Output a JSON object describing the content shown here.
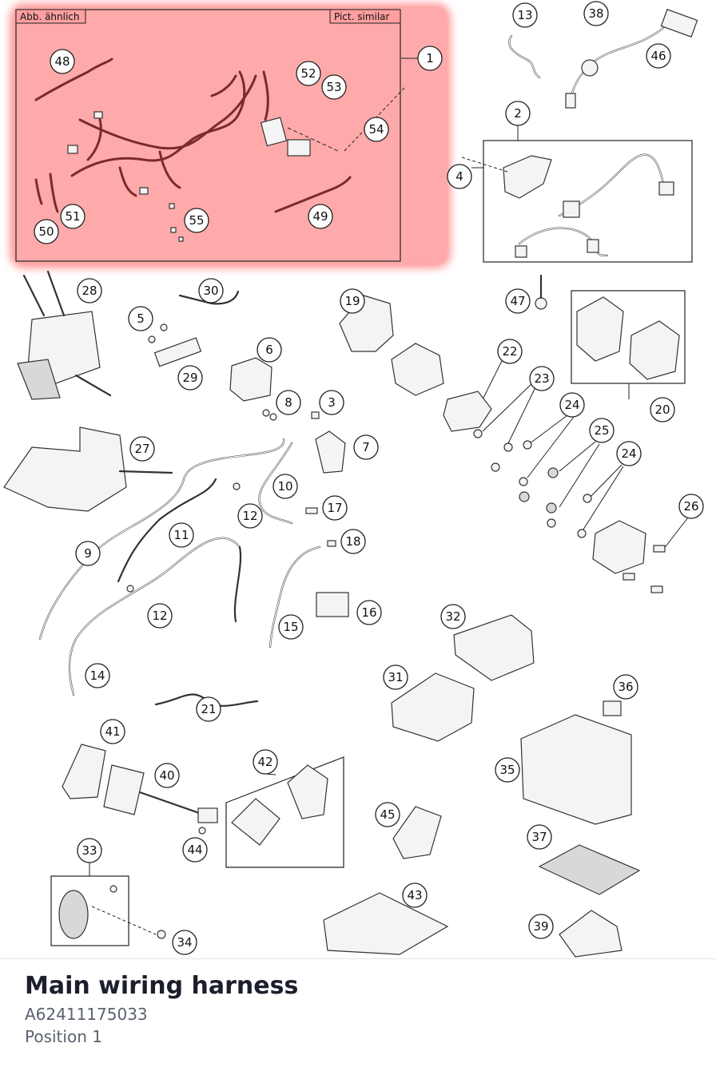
{
  "highlight": {
    "label_left": "Abb. ähnlich",
    "label_right": "Pict. similar",
    "color": "#ff9a9a"
  },
  "callouts": [
    "1",
    "2",
    "3",
    "4",
    "5",
    "6",
    "7",
    "8",
    "9",
    "10",
    "11",
    "12",
    "13",
    "14",
    "15",
    "16",
    "17",
    "18",
    "19",
    "20",
    "21",
    "22",
    "23",
    "24",
    "25",
    "26",
    "27",
    "28",
    "29",
    "30",
    "31",
    "32",
    "33",
    "34",
    "35",
    "36",
    "37",
    "38",
    "39",
    "40",
    "41",
    "42",
    "43",
    "44",
    "45",
    "46",
    "47",
    "48",
    "49",
    "50",
    "51",
    "52",
    "53",
    "54",
    "55"
  ],
  "footer": {
    "title": "Main wiring harness",
    "part_number": "A62411175033",
    "position": "Position 1"
  }
}
